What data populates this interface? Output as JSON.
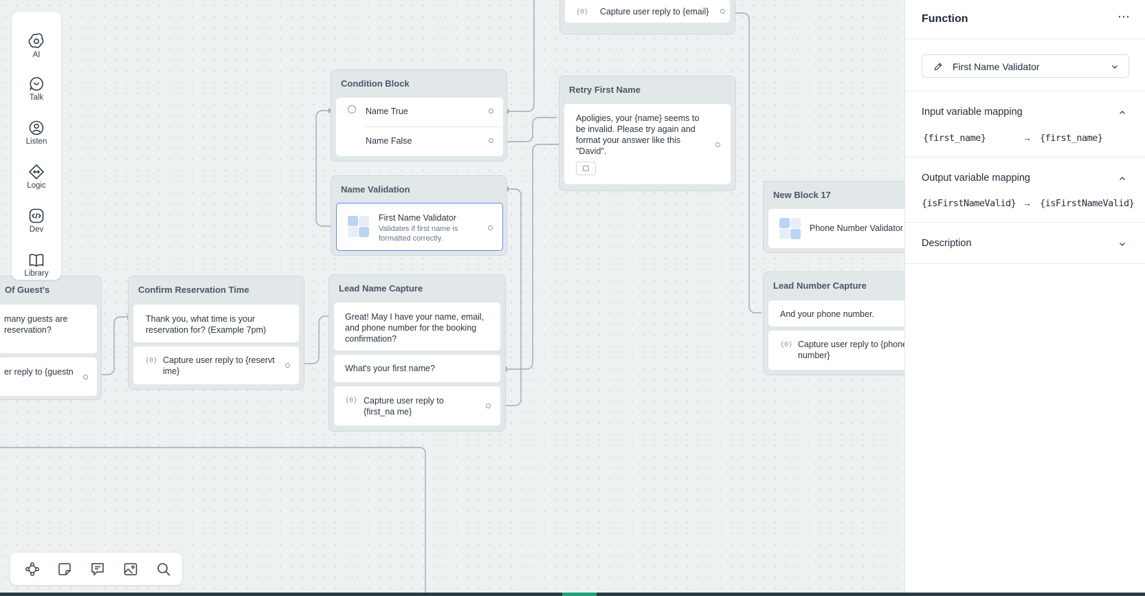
{
  "toolbar": {
    "items": [
      {
        "label": "AI",
        "icon": "openai-icon"
      },
      {
        "label": "Talk",
        "icon": "chat-bubble-icon"
      },
      {
        "label": "Listen",
        "icon": "user-circle-icon"
      },
      {
        "label": "Logic",
        "icon": "diamond-arrows-icon"
      },
      {
        "label": "Dev",
        "icon": "code-icon"
      },
      {
        "label": "Library",
        "icon": "book-icon"
      }
    ]
  },
  "blocks": {
    "email_capture": {
      "text": "Capture user reply to {email}"
    },
    "condition": {
      "title": "Condition Block",
      "true_label": "Name True",
      "false_label": "Name False"
    },
    "name_validation": {
      "title": "Name Validation",
      "fn_title": "First Name Validator",
      "fn_desc": "Validates if first name is formatted correctly."
    },
    "retry": {
      "title": "Retry First Name",
      "message": "Apoligies, your {name} seems to be invalid. Please try again and format your answer like this \"David\"."
    },
    "new_block_17": {
      "title": "New Block 17",
      "fn_title": "Phone Number Validator"
    },
    "guests": {
      "title": "Of Guest's",
      "message": "many guests are reservation?",
      "capture": "er reply to {guestn"
    },
    "confirm_time": {
      "title": "Confirm Reservation Time",
      "message": "Thank you, what time is your reservation for? (Example 7pm)",
      "capture": "Capture user reply to {reservt ime}"
    },
    "lead_name": {
      "title": "Lead Name Capture",
      "message": "Great! May I have your name, email, and phone number for the booking confirmation?",
      "question": "What's your first name?",
      "capture": "Capture user reply to {first_na me}"
    },
    "lead_number": {
      "title": "Lead Number Capture",
      "message": "And your phone number.",
      "capture": "Capture user reply to {phone number}"
    }
  },
  "panel": {
    "title": "Function",
    "selected_function": "First Name Validator",
    "input_mapping": {
      "title": "Input variable mapping",
      "from": "{first_name}",
      "to": "{first_name}"
    },
    "output_mapping": {
      "title": "Output variable mapping",
      "from": "{isFirstNameValid}",
      "to": "{isFirstNameValid}"
    },
    "description": {
      "title": "Description"
    }
  },
  "colors": {
    "accent": "#1fa37a",
    "wire": "#9aa6b2",
    "selected_border": "#3b82f6"
  }
}
